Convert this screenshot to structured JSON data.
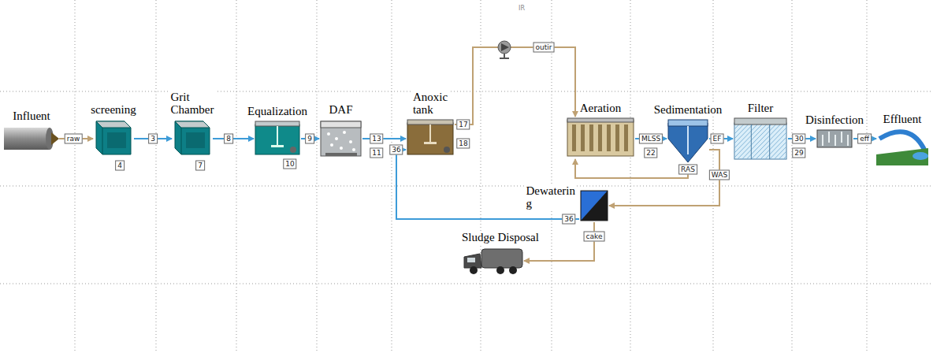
{
  "diagram": {
    "nodes": [
      {
        "text": [
          "Influent"
        ]
      },
      {
        "text": [
          "screening"
        ]
      },
      {
        "text": [
          "Grit Chamber"
        ]
      },
      {
        "text": [
          "Equalization"
        ]
      },
      {
        "text": [
          "DAF"
        ]
      },
      {
        "text": [
          "Anoxic tank"
        ]
      },
      {
        "text": [
          "Aeration"
        ]
      },
      {
        "text": [
          "Sedimentation"
        ]
      },
      {
        "text": [
          "Filter"
        ]
      },
      {
        "text": [
          "Disinfection"
        ]
      },
      {
        "text": [
          "Effluent"
        ]
      },
      {
        "text": [
          "Dewaterin g"
        ]
      },
      {
        "text": [
          "Sludge Disposal"
        ]
      }
    ],
    "edges": [
      {
        "from": 0,
        "to": 1,
        "arrow": "to"
      },
      {
        "from": 1,
        "to": 2,
        "arrow": "to"
      },
      {
        "from": 2,
        "to": 3,
        "arrow": "to"
      },
      {
        "from": 3,
        "to": 4,
        "arrow": "to"
      },
      {
        "from": 4,
        "to": 5,
        "arrow": "to"
      },
      {
        "from": 5,
        "to": 6,
        "arrow": "to"
      },
      {
        "from": 6,
        "to": 7,
        "arrow": "to"
      },
      {
        "from": 7,
        "to": 8,
        "arrow": "to"
      },
      {
        "from": 8,
        "to": 9,
        "arrow": "to"
      },
      {
        "from": 9,
        "to": 10,
        "arrow": "to"
      },
      {
        "from": 7,
        "to": 6,
        "arrow": "to"
      },
      {
        "from": 7,
        "to": 11,
        "arrow": "to"
      },
      {
        "from": 11,
        "to": 5,
        "arrow": "to"
      },
      {
        "from": 11,
        "to": 12,
        "arrow": "to"
      }
    ],
    "labels": [
      "raw",
      "3",
      "4",
      "8",
      "7",
      "9",
      "10",
      "13",
      "11",
      "36",
      "17",
      "18",
      "IR",
      "outir",
      "MLSS",
      "22",
      "EF",
      "WAS",
      "RAS",
      "30",
      "29",
      "eff",
      "36",
      "cake"
    ]
  }
}
